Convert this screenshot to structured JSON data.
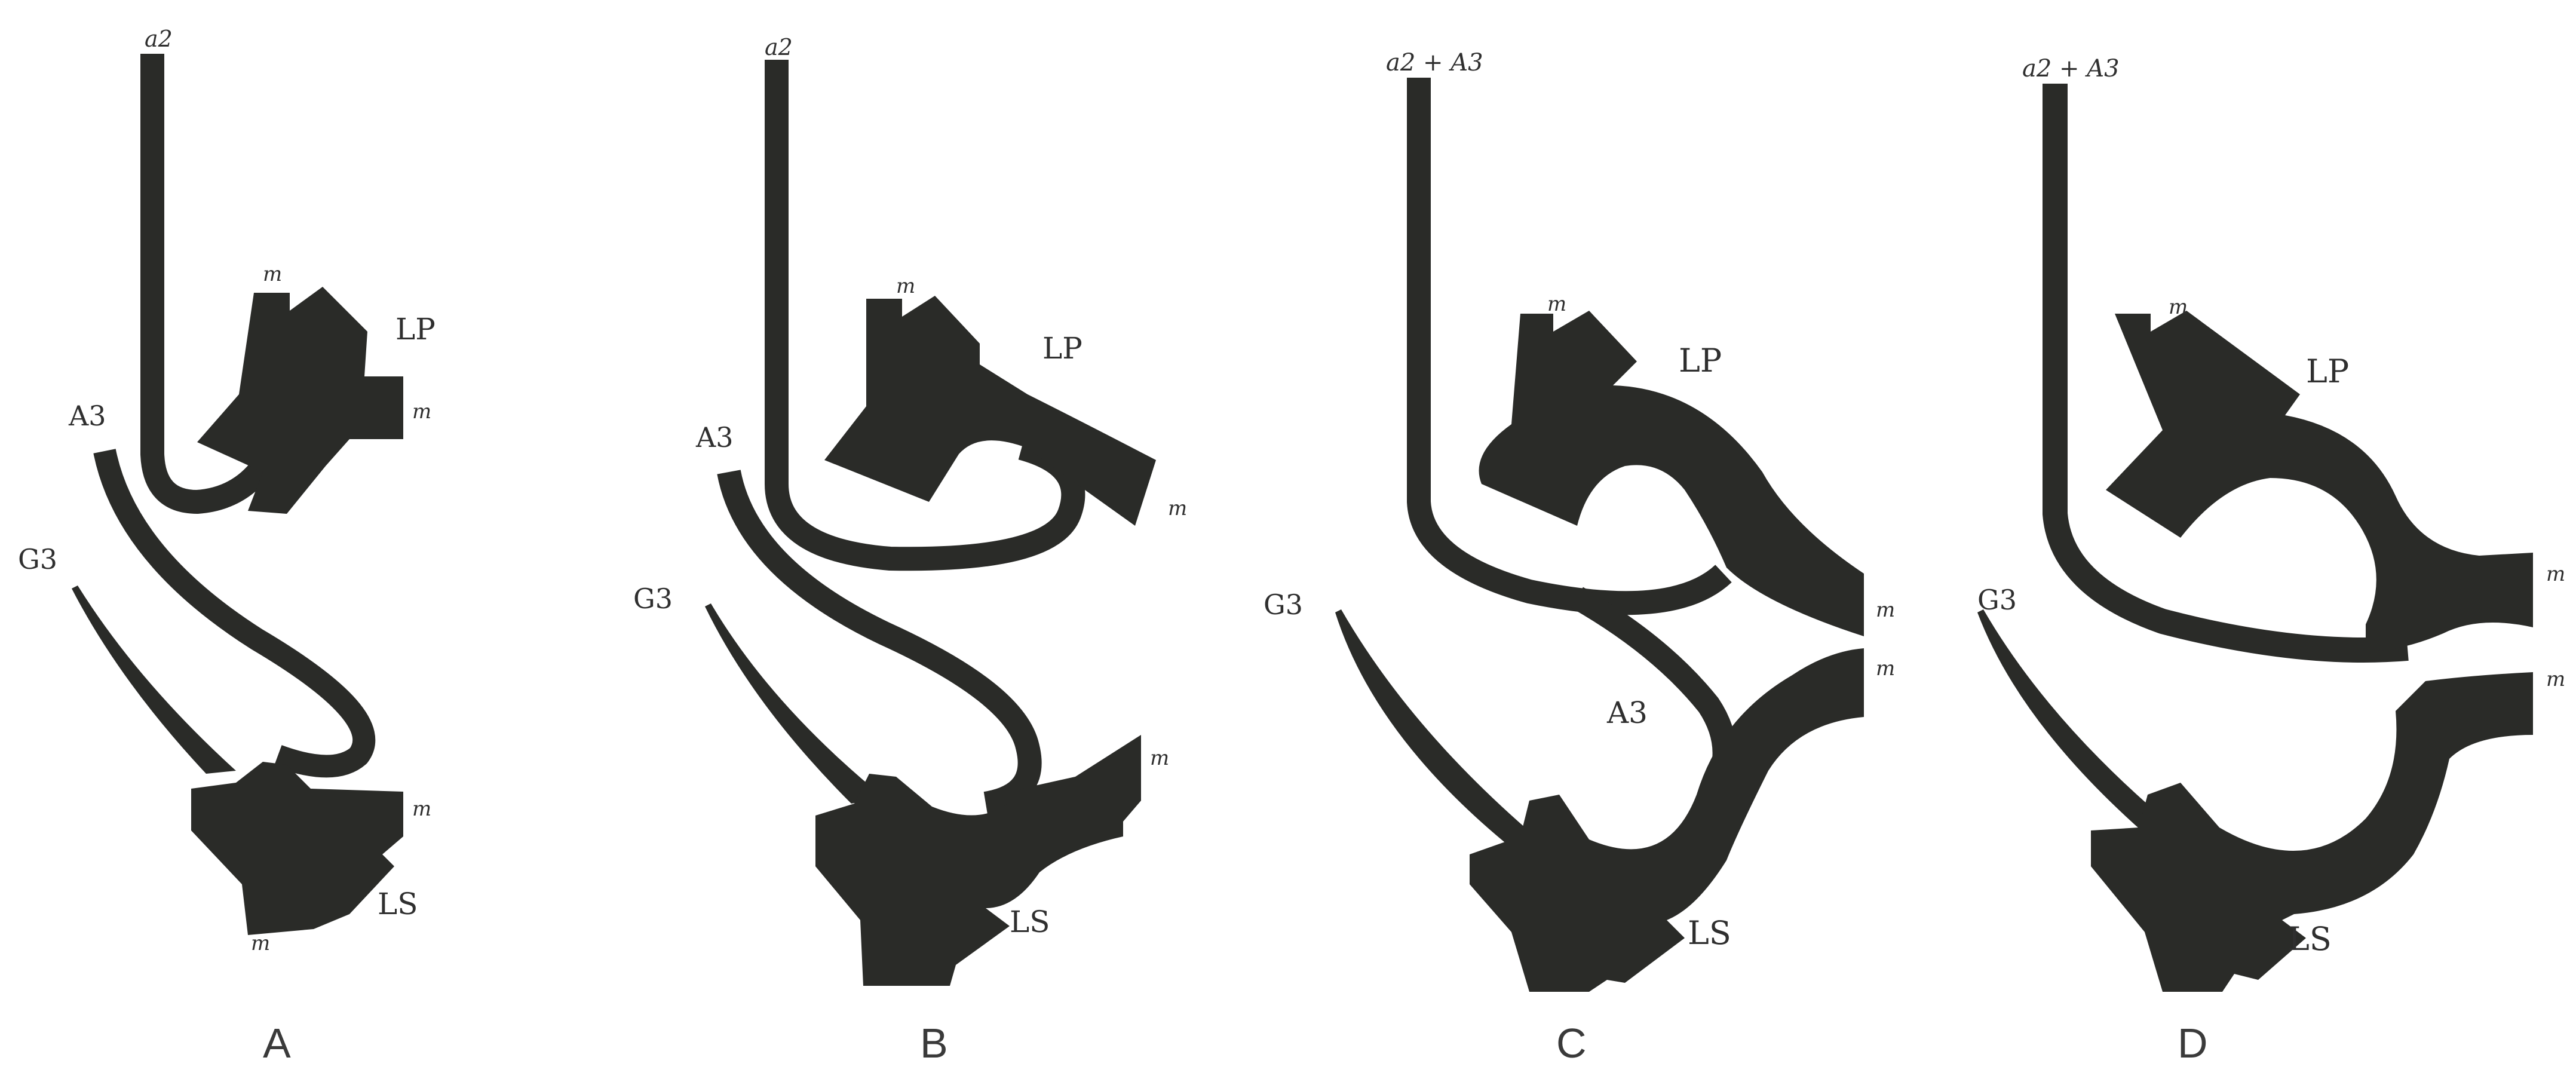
{
  "panels": [
    {
      "letter": "A",
      "labels": {
        "top": "a2",
        "lp": "LP",
        "ls": "LS",
        "a3": "A3",
        "g3": "G3",
        "m1": "m",
        "m2": "m",
        "m3": "m",
        "m4": "m"
      }
    },
    {
      "letter": "B",
      "labels": {
        "top": "a2",
        "lp": "LP",
        "ls": "LS",
        "a3": "A3",
        "g3": "G3",
        "m1": "m",
        "m2": "m",
        "m3": "m"
      }
    },
    {
      "letter": "C",
      "labels": {
        "top": "a2 + A3",
        "lp": "LP",
        "ls": "LS",
        "a3": "A3",
        "g3": "G3",
        "m1": "m",
        "m2": "m",
        "m3": "m"
      }
    },
    {
      "letter": "D",
      "labels": {
        "top": "a2 + A3",
        "lp": "LP",
        "ls": "LS",
        "g3": "G3",
        "m1": "m",
        "m2": "m",
        "m3": "m"
      }
    }
  ],
  "colors": {
    "ink": "#2a2b28",
    "background": "#ffffff"
  }
}
